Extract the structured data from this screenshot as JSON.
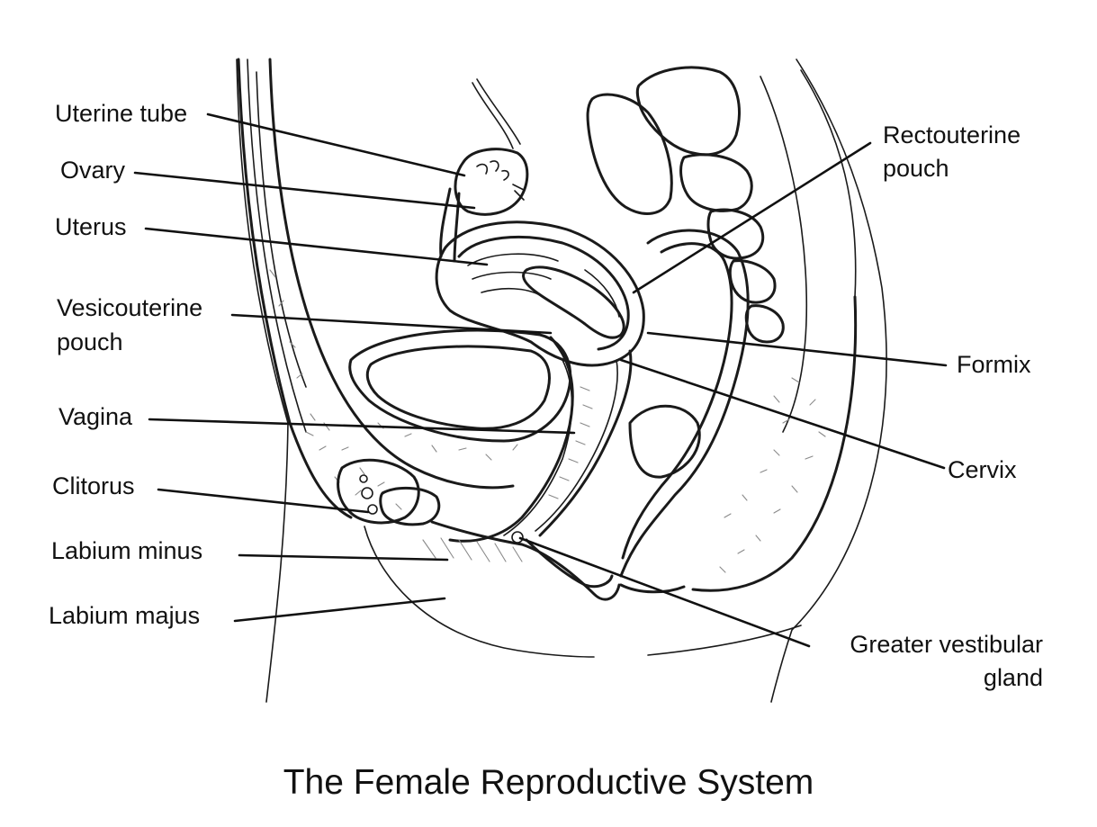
{
  "title": "The Female Reproductive System",
  "labels": {
    "uterine_tube": "Uterine tube",
    "ovary": "Ovary",
    "uterus": "Uterus",
    "vesicouterine_1": "Vesicouterine",
    "vesicouterine_2": "pouch",
    "vagina": "Vagina",
    "clitorus": "Clitorus",
    "labium_minus": "Labium minus",
    "labium_majus": "Labium majus",
    "rectouterine_1": "Rectouterine",
    "rectouterine_2": "pouch",
    "formix": "Formix",
    "cervix": "Cervix",
    "vestibular_1": "Greater vestibular",
    "vestibular_2": "gland"
  },
  "colors": {
    "line": "#1a1a1a",
    "hatch": "#8a8a8a",
    "background": "#ffffff"
  }
}
